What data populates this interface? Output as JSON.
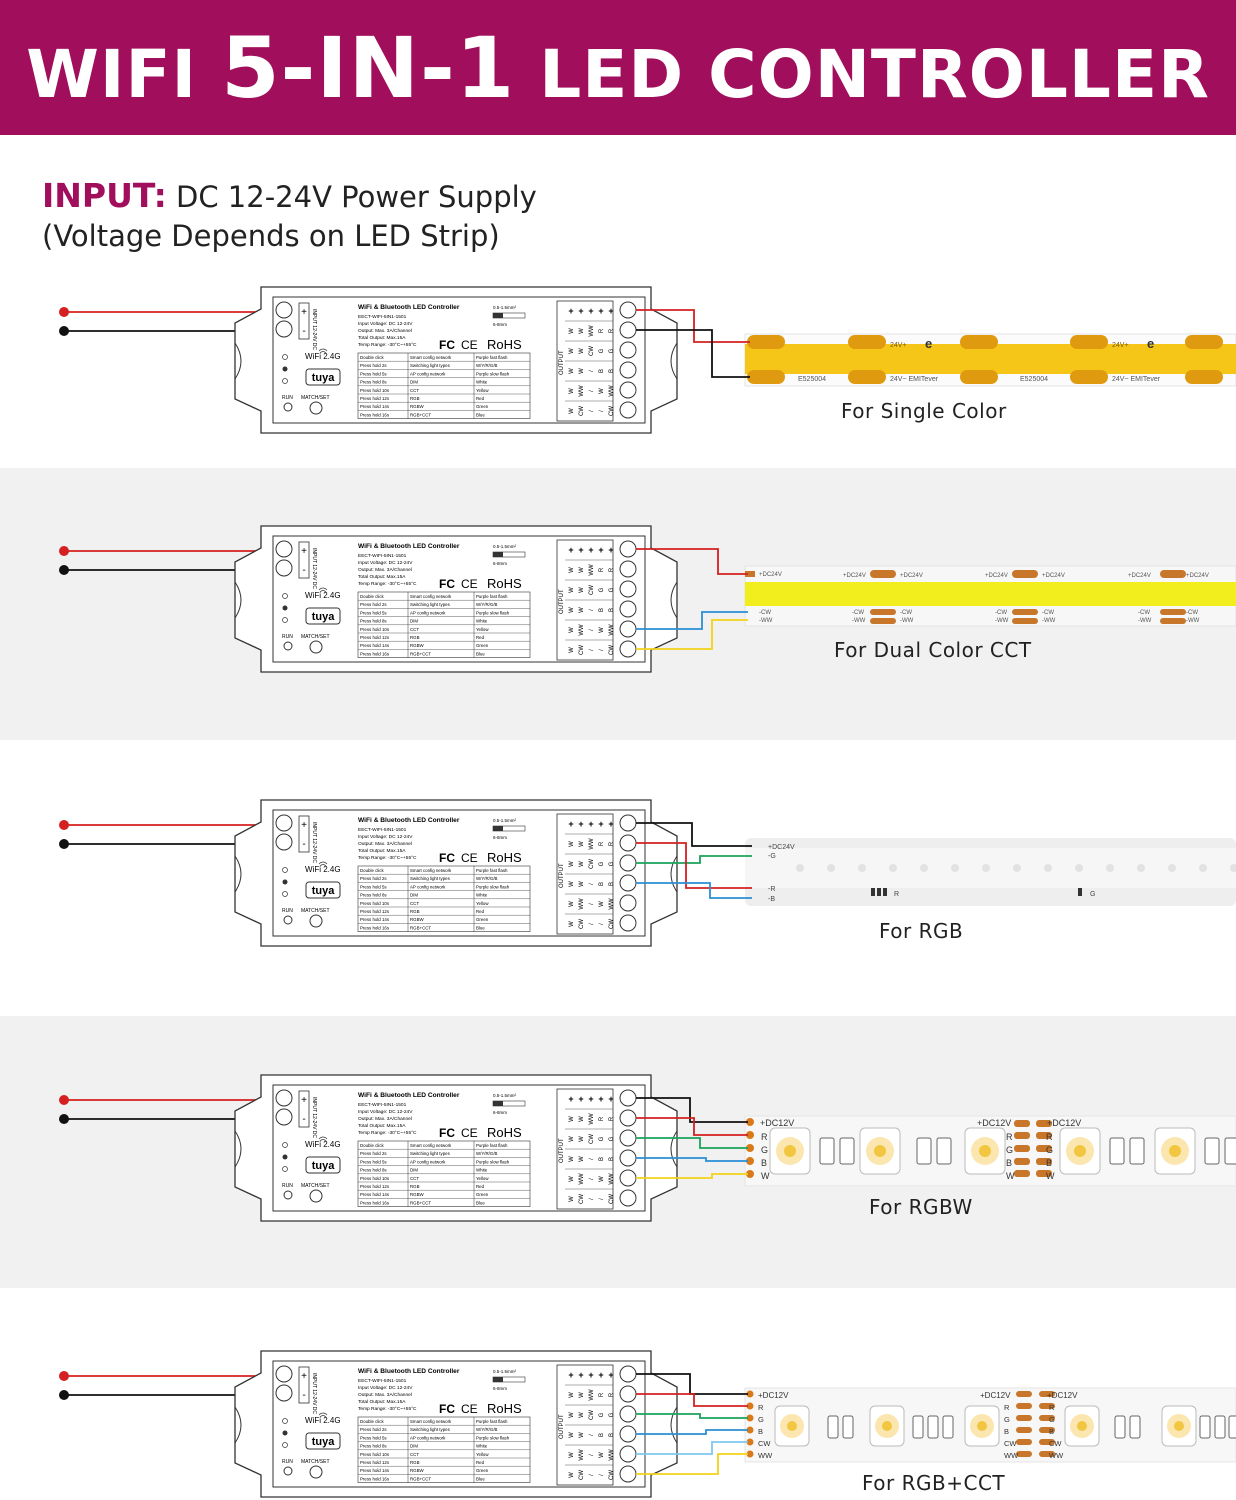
{
  "header": {
    "title_part1": "WIFI ",
    "title_part2": "5-IN-1",
    "title_part3": " LED CONTROLLER",
    "background_color": "#a10e5c"
  },
  "input": {
    "label": "INPUT:",
    "text": " DC 12-24V Power Supply",
    "note": "(Voltage Depends on LED Strip)"
  },
  "controller": {
    "title": "WiFi & Bluetooth LED Controller",
    "model": "EECT-WIFI-5IN1-1501",
    "input_voltage": "Input Voltage: DC 12-24V",
    "output": "Output: Max. 3A/Channel",
    "total_output": "Total Output: Max.15A",
    "temp_range": "Temp Range: -30°C~+55°C",
    "wire_size": "0.5-1.5mm²",
    "strip_len": "6-8mm",
    "input_label": "INPUT 12-24V DC",
    "output_label": "OUTPUT",
    "wifi_label": "WiFi 2.4G",
    "tuya_label": "tuya",
    "run_label": "RUN",
    "match_label": "MATCH/SET",
    "certs": [
      "FC",
      "CE",
      "RoHS"
    ],
    "table": [
      [
        "Double click",
        "Smart config network",
        "Purple fast flash"
      ],
      [
        "Press hold 2s",
        "Switching light types",
        "W/Y/R/G/B"
      ],
      [
        "Press hold 5s",
        "AP config network",
        "Purple slow flash"
      ],
      [
        "Press hold 8s",
        "DIM",
        "White"
      ],
      [
        "Press hold 10s",
        "CCT",
        "Yellow"
      ],
      [
        "Press hold 12s",
        "RGB",
        "Red"
      ],
      [
        "Press hold 14s",
        "RGBW",
        "Green"
      ],
      [
        "Press hold 16s",
        "RGB+CCT",
        "Blue"
      ]
    ],
    "terminal_rows": [
      [
        "+",
        "+",
        "+",
        "+",
        "+"
      ],
      [
        "W",
        "W",
        "WW",
        "R",
        "R"
      ],
      [
        "W",
        "W",
        "CW",
        "G",
        "G"
      ],
      [
        "W",
        "W",
        "/",
        "B",
        "B"
      ],
      [
        "W",
        "WW",
        "/",
        "W",
        "WW"
      ],
      [
        "W",
        "CW",
        "/",
        "/",
        "CW"
      ]
    ],
    "wire_colors": {
      "positive": "#d42020",
      "negative": "#111111",
      "red": "#d42020",
      "green": "#1aa35a",
      "blue": "#2a8fd4",
      "yellow": "#f2d21a"
    }
  },
  "sections": [
    {
      "caption": "For Single Color",
      "strip_labels": [
        "24V+",
        "E525004",
        "24V~ EMITever",
        "E525004",
        "24V+",
        "24V~ EMITever"
      ]
    },
    {
      "caption": "For Dual Color CCT",
      "strip_labels": [
        "+DC24V",
        "-CW",
        "-WW"
      ]
    },
    {
      "caption": "For RGB",
      "strip_labels": [
        "+DC24V",
        "-G",
        "-R",
        "-B",
        "R",
        "G"
      ]
    },
    {
      "caption": "For RGBW",
      "strip_labels": [
        "+DC12V",
        "R",
        "G",
        "B",
        "W"
      ]
    },
    {
      "caption": "For RGB+CCT",
      "strip_labels": [
        "+DC12V",
        "R",
        "G",
        "B",
        "CW",
        "WW"
      ]
    }
  ]
}
